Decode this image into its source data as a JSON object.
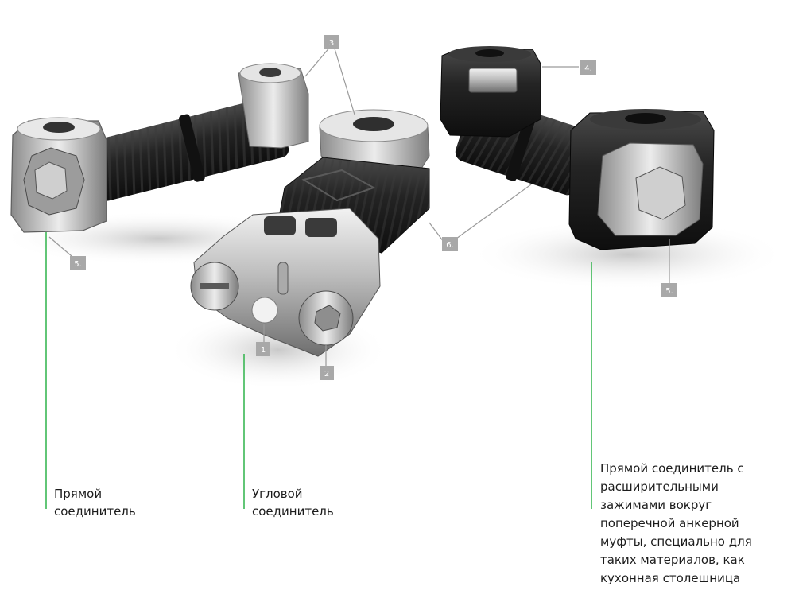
{
  "colors": {
    "leader_green": "#2fb34a",
    "callout_grey": "#9a9a9a",
    "marker_fill": "#a8a8a8",
    "rubber_dark": "#1e1e1e",
    "metal_light": "#d8d8d8"
  },
  "markers": {
    "m1": "1",
    "m2": "2",
    "m3": "3",
    "m4": "4.",
    "m5_left": "5.",
    "m5_right": "5.",
    "m6": "6."
  },
  "captions": {
    "straight": [
      "Прямой",
      "соединитель"
    ],
    "angled": [
      "Угловой",
      "соединитель"
    ],
    "expanding": [
      "Прямой соединитель с",
      "расширительными",
      "зажимами вокруг",
      "поперечной анкерной",
      "муфты, специально для",
      "таких материалов, как",
      "кухонная столешница"
    ]
  }
}
